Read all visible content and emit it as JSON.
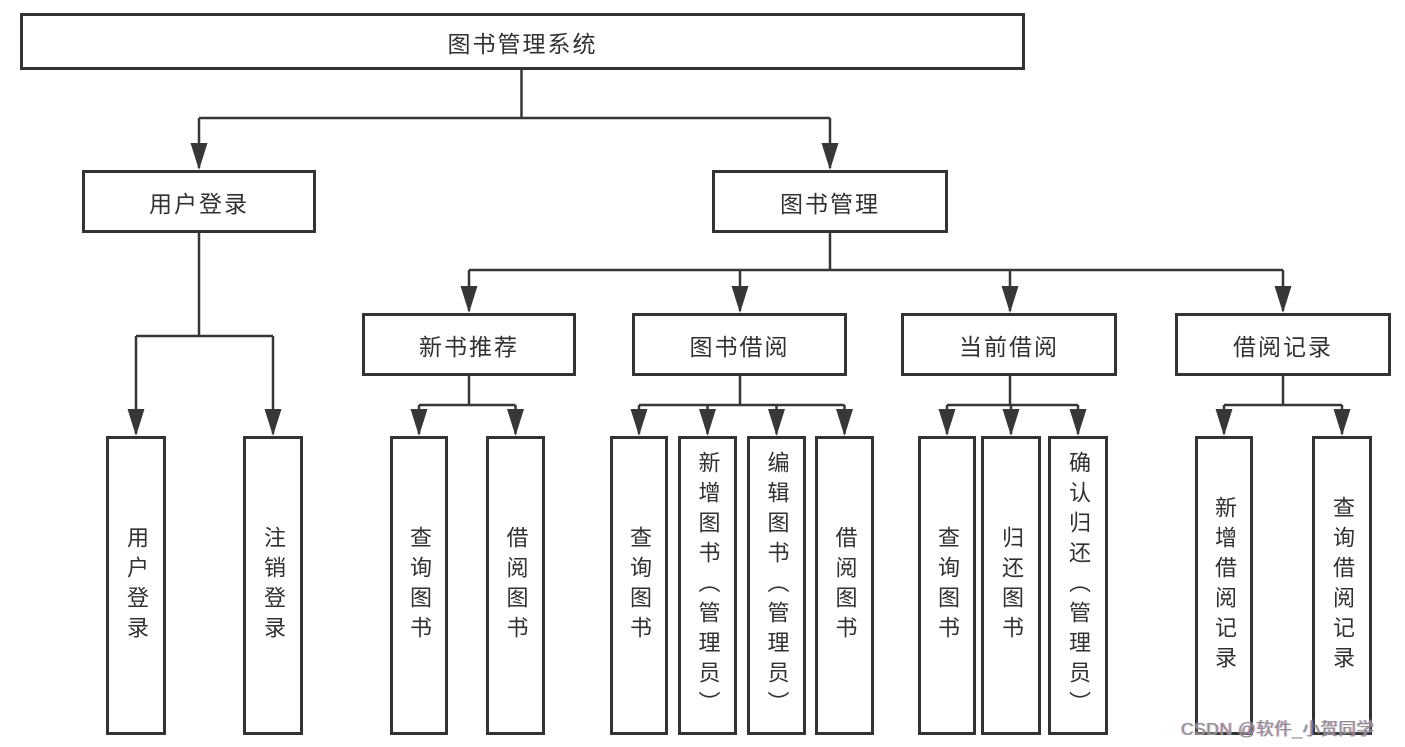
{
  "diagram": {
    "title": "图书管理系统",
    "nodes": {
      "root": {
        "label": "图书管理系统"
      },
      "level2": [
        {
          "label": "用户登录"
        },
        {
          "label": "图书管理"
        }
      ],
      "level3": [
        {
          "label": "新书推荐",
          "parent": "图书管理"
        },
        {
          "label": "图书借阅",
          "parent": "图书管理"
        },
        {
          "label": "当前借阅",
          "parent": "图书管理"
        },
        {
          "label": "借阅记录",
          "parent": "图书管理"
        }
      ],
      "leaves": [
        {
          "label": "用户登录",
          "parent": "用户登录"
        },
        {
          "label": "注销登录",
          "parent": "用户登录"
        },
        {
          "label": "查询图书",
          "parent": "新书推荐"
        },
        {
          "label": "借阅图书",
          "parent": "新书推荐"
        },
        {
          "label": "查询图书",
          "parent": "图书借阅"
        },
        {
          "label": "新增图书（管理员）",
          "parent": "图书借阅"
        },
        {
          "label": "编辑图书（管理员）",
          "parent": "图书借阅"
        },
        {
          "label": "借阅图书",
          "parent": "图书借阅"
        },
        {
          "label": "查询图书",
          "parent": "当前借阅"
        },
        {
          "label": "归还图书",
          "parent": "当前借阅"
        },
        {
          "label": "确认归还（管理员）",
          "parent": "当前借阅"
        },
        {
          "label": "新增借阅记录",
          "parent": "借阅记录"
        },
        {
          "label": "查询借阅记录",
          "parent": "借阅记录"
        }
      ]
    }
  },
  "watermark": {
    "text": "CSDN @软件_小贺同学"
  },
  "colors": {
    "line": "#373737",
    "box_border": "#333333",
    "text": "#313131",
    "background": "#ffffff",
    "watermark": "#8f8f93"
  }
}
